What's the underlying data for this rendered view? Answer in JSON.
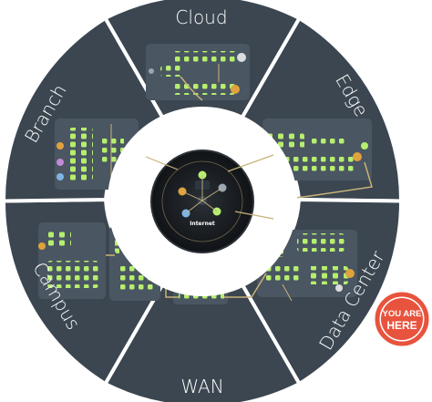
{
  "segments": [
    {
      "id": "cloud",
      "label": "Cloud"
    },
    {
      "id": "edge",
      "label": "Edge"
    },
    {
      "id": "data-center",
      "label": "Data Center"
    },
    {
      "id": "wan",
      "label": "WAN"
    },
    {
      "id": "campus",
      "label": "Campus"
    },
    {
      "id": "branch",
      "label": "Branch"
    }
  ],
  "center": {
    "label": "Internet"
  },
  "badge": {
    "line1": "YOU ARE",
    "line2": "HERE"
  },
  "colors": {
    "wheel": "#3b4650",
    "panel": "#4a5661",
    "node": "#b6ef6e",
    "ring": "#ffffff",
    "connector": "#c8b27a",
    "badge": "#e8533d",
    "center": "#15191d"
  }
}
